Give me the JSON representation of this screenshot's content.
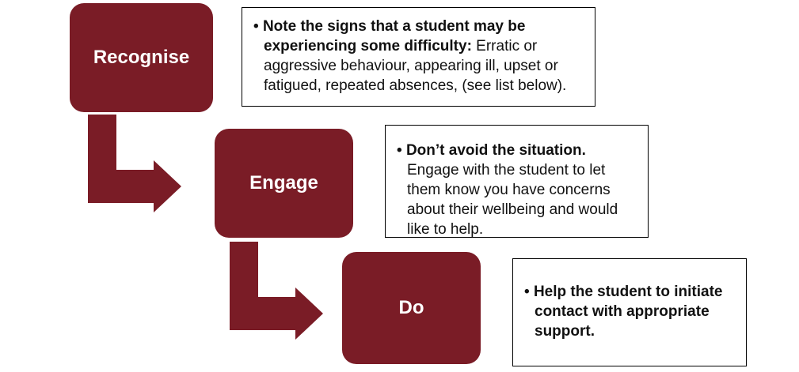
{
  "colors": {
    "accent": "#7a1c26",
    "box_border": "#000000",
    "text": "#111111"
  },
  "steps": [
    {
      "label": "Recognise",
      "note_bold": "Note the signs that a student may be experiencing some difficulty:",
      "note_rest": " Erratic or aggressive behaviour, appearing ill, upset or fatigued, repeated absences,  (see list below)."
    },
    {
      "label": "Engage",
      "note_bold": "Don’t avoid the situation.",
      "note_rest": " Engage with the student to let them know you have concerns about their wellbeing and would like to help."
    },
    {
      "label": "Do",
      "note_bold": "Help the student to initiate contact with appropriate support.",
      "note_rest": ""
    }
  ],
  "bullet": "•"
}
